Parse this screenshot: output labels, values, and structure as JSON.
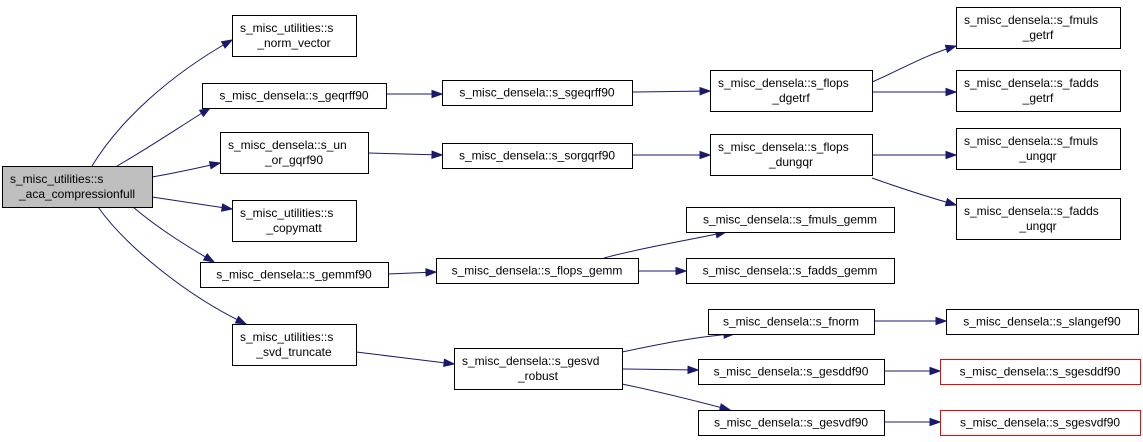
{
  "graph": {
    "nodes": [
      {
        "id": "root",
        "lines": [
          "s_misc_utilities::s",
          "_aca_compressionfull"
        ],
        "style": "root"
      },
      {
        "id": "norm_vector",
        "lines": [
          "s_misc_utilities::s",
          "_norm_vector"
        ],
        "style": "normal"
      },
      {
        "id": "geqrff90",
        "lines": [
          "s_misc_densela::s_geqrff90"
        ],
        "style": "normal"
      },
      {
        "id": "un_or_gqrf90",
        "lines": [
          "s_misc_densela::s_un",
          "_or_gqrf90"
        ],
        "style": "normal"
      },
      {
        "id": "copymatt",
        "lines": [
          "s_misc_utilities::s",
          "_copymatt"
        ],
        "style": "normal"
      },
      {
        "id": "gemmf90",
        "lines": [
          "s_misc_densela::s_gemmf90"
        ],
        "style": "normal"
      },
      {
        "id": "svd_truncate",
        "lines": [
          "s_misc_utilities::s",
          "_svd_truncate"
        ],
        "style": "normal"
      },
      {
        "id": "sgeqrff90",
        "lines": [
          "s_misc_densela::s_sgeqrff90"
        ],
        "style": "normal"
      },
      {
        "id": "sorgqrf90",
        "lines": [
          "s_misc_densela::s_sorgqrf90"
        ],
        "style": "normal"
      },
      {
        "id": "flops_gemm",
        "lines": [
          "s_misc_densela::s_flops_gemm"
        ],
        "style": "normal"
      },
      {
        "id": "gesvd_robust",
        "lines": [
          "s_misc_densela::s_gesvd",
          "_robust"
        ],
        "style": "normal"
      },
      {
        "id": "flops_dgetrf",
        "lines": [
          "s_misc_densela::s_flops",
          "_dgetrf"
        ],
        "style": "normal"
      },
      {
        "id": "flops_dungqr",
        "lines": [
          "s_misc_densela::s_flops",
          "_dungqr"
        ],
        "style": "normal"
      },
      {
        "id": "fmuls_gemm",
        "lines": [
          "s_misc_densela::s_fmuls_gemm"
        ],
        "style": "normal"
      },
      {
        "id": "fadds_gemm",
        "lines": [
          "s_misc_densela::s_fadds_gemm"
        ],
        "style": "normal"
      },
      {
        "id": "fnorm",
        "lines": [
          "s_misc_densela::s_fnorm"
        ],
        "style": "normal"
      },
      {
        "id": "gesddf90",
        "lines": [
          "s_misc_densela::s_gesddf90"
        ],
        "style": "normal"
      },
      {
        "id": "gesvdf90",
        "lines": [
          "s_misc_densela::s_gesvdf90"
        ],
        "style": "normal"
      },
      {
        "id": "fmuls_getrf",
        "lines": [
          "s_misc_densela::s_fmuls",
          "_getrf"
        ],
        "style": "normal"
      },
      {
        "id": "fadds_getrf",
        "lines": [
          "s_misc_densela::s_fadds",
          "_getrf"
        ],
        "style": "normal"
      },
      {
        "id": "fmuls_ungqr",
        "lines": [
          "s_misc_densela::s_fmuls",
          "_ungqr"
        ],
        "style": "normal"
      },
      {
        "id": "fadds_ungqr",
        "lines": [
          "s_misc_densela::s_fadds",
          "_ungqr"
        ],
        "style": "normal"
      },
      {
        "id": "slangef90",
        "lines": [
          "s_misc_densela::s_slangef90"
        ],
        "style": "normal"
      },
      {
        "id": "sgesddf90",
        "lines": [
          "s_misc_densela::s_sgesddf90"
        ],
        "style": "truncated"
      },
      {
        "id": "sgesvdf90",
        "lines": [
          "s_misc_densela::s_sgesvdf90"
        ],
        "style": "truncated"
      }
    ],
    "edges": [
      {
        "from": "root",
        "to": "norm_vector"
      },
      {
        "from": "root",
        "to": "geqrff90"
      },
      {
        "from": "root",
        "to": "un_or_gqrf90"
      },
      {
        "from": "root",
        "to": "copymatt"
      },
      {
        "from": "root",
        "to": "gemmf90"
      },
      {
        "from": "root",
        "to": "svd_truncate"
      },
      {
        "from": "geqrff90",
        "to": "sgeqrff90"
      },
      {
        "from": "sgeqrff90",
        "to": "flops_dgetrf"
      },
      {
        "from": "flops_dgetrf",
        "to": "fmuls_getrf"
      },
      {
        "from": "flops_dgetrf",
        "to": "fadds_getrf"
      },
      {
        "from": "un_or_gqrf90",
        "to": "sorgqrf90"
      },
      {
        "from": "sorgqrf90",
        "to": "flops_dungqr"
      },
      {
        "from": "flops_dungqr",
        "to": "fmuls_ungqr"
      },
      {
        "from": "flops_dungqr",
        "to": "fadds_ungqr"
      },
      {
        "from": "gemmf90",
        "to": "flops_gemm"
      },
      {
        "from": "flops_gemm",
        "to": "fmuls_gemm"
      },
      {
        "from": "flops_gemm",
        "to": "fadds_gemm"
      },
      {
        "from": "svd_truncate",
        "to": "gesvd_robust"
      },
      {
        "from": "gesvd_robust",
        "to": "fnorm"
      },
      {
        "from": "gesvd_robust",
        "to": "gesddf90"
      },
      {
        "from": "gesvd_robust",
        "to": "gesvdf90"
      },
      {
        "from": "fnorm",
        "to": "slangef90"
      },
      {
        "from": "gesddf90",
        "to": "sgesddf90"
      },
      {
        "from": "gesvdf90",
        "to": "sgesvdf90"
      }
    ]
  }
}
